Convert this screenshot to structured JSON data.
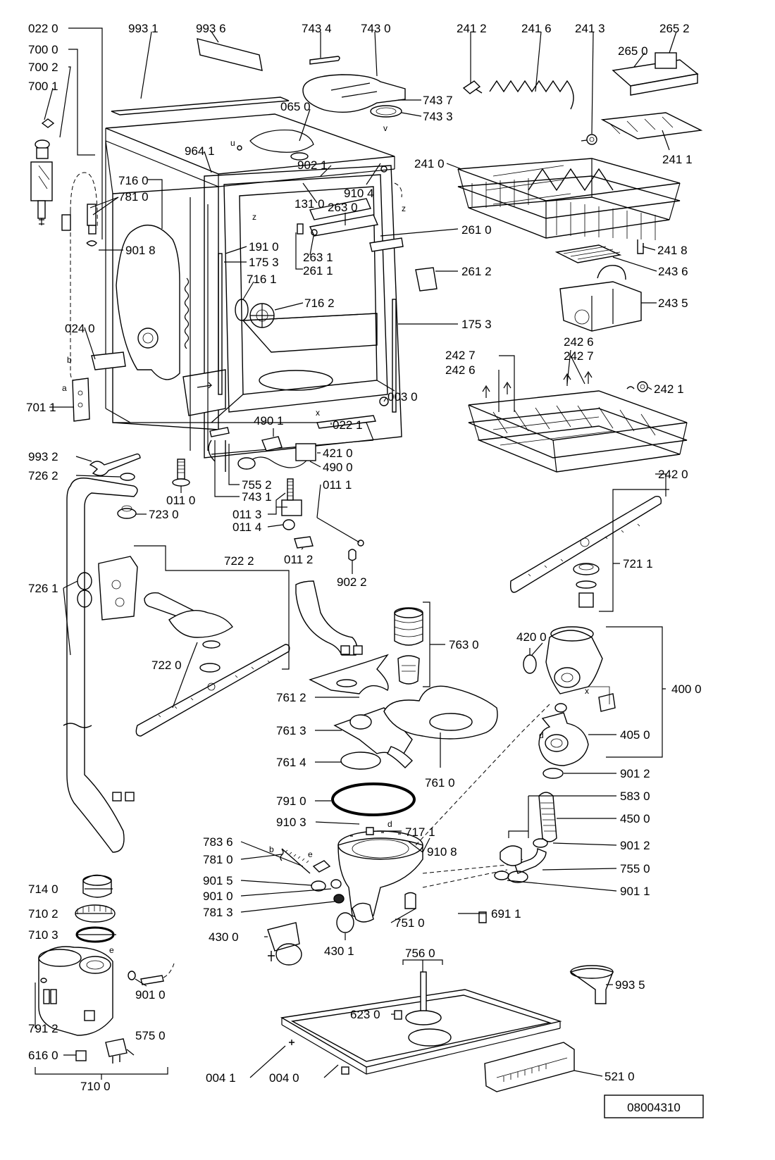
{
  "drawing_number": "08004310",
  "labels": [
    {
      "id": "l0220",
      "text": "022 0"
    },
    {
      "id": "l9931",
      "text": "993 1"
    },
    {
      "id": "l9936",
      "text": "993 6"
    },
    {
      "id": "l7434",
      "text": "743 4"
    },
    {
      "id": "l7430",
      "text": "743 0"
    },
    {
      "id": "l2412",
      "text": "241 2"
    },
    {
      "id": "l2416",
      "text": "241 6"
    },
    {
      "id": "l2413",
      "text": "241 3"
    },
    {
      "id": "l2652",
      "text": "265 2"
    },
    {
      "id": "l7000",
      "text": "700 0"
    },
    {
      "id": "l7002",
      "text": "700 2"
    },
    {
      "id": "l7001",
      "text": "700 1"
    },
    {
      "id": "l2650",
      "text": "265 0"
    },
    {
      "id": "l0650",
      "text": "065 0"
    },
    {
      "id": "l7437",
      "text": "743 7"
    },
    {
      "id": "l7433",
      "text": "743 3"
    },
    {
      "id": "l9641",
      "text": "964 1"
    },
    {
      "id": "l9021",
      "text": "902 1"
    },
    {
      "id": "l2410",
      "text": "241 0"
    },
    {
      "id": "l2411",
      "text": "241 1"
    },
    {
      "id": "l7160",
      "text": "716 0"
    },
    {
      "id": "l7810",
      "text": "781 0"
    },
    {
      "id": "l9104",
      "text": "910 4"
    },
    {
      "id": "l1310",
      "text": "131 0"
    },
    {
      "id": "l2630",
      "text": "263 0"
    },
    {
      "id": "l2610",
      "text": "261 0"
    },
    {
      "id": "l9018",
      "text": "901 8"
    },
    {
      "id": "l1910",
      "text": "191 0"
    },
    {
      "id": "l1753a",
      "text": "175 3"
    },
    {
      "id": "l2631",
      "text": "263 1"
    },
    {
      "id": "l2611",
      "text": "261 1"
    },
    {
      "id": "l2612",
      "text": "261 2"
    },
    {
      "id": "l2418",
      "text": "241 8"
    },
    {
      "id": "l2436",
      "text": "243 6"
    },
    {
      "id": "l7161",
      "text": "716 1"
    },
    {
      "id": "l7162",
      "text": "716 2"
    },
    {
      "id": "l2435",
      "text": "243 5"
    },
    {
      "id": "l1753b",
      "text": "175 3"
    },
    {
      "id": "l0240",
      "text": "024 0"
    },
    {
      "id": "l2427a",
      "text": "242 7"
    },
    {
      "id": "l2426a",
      "text": "242 6"
    },
    {
      "id": "l2426b",
      "text": "242 6"
    },
    {
      "id": "l2427b",
      "text": "242 7"
    },
    {
      "id": "l2421",
      "text": "242 1"
    },
    {
      "id": "l0030",
      "text": "003 0"
    },
    {
      "id": "l7011",
      "text": "701 1"
    },
    {
      "id": "l4901",
      "text": "490 1"
    },
    {
      "id": "l0221",
      "text": "022 1"
    },
    {
      "id": "l4210",
      "text": "421 0"
    },
    {
      "id": "l9932",
      "text": "993 2"
    },
    {
      "id": "l4900",
      "text": "490 0"
    },
    {
      "id": "l2420",
      "text": "242 0"
    },
    {
      "id": "l7262",
      "text": "726 2"
    },
    {
      "id": "l7552",
      "text": "755 2"
    },
    {
      "id": "l0111",
      "text": "011 1"
    },
    {
      "id": "l0110",
      "text": "011 0"
    },
    {
      "id": "l7431",
      "text": "743 1"
    },
    {
      "id": "l0113",
      "text": "011 3"
    },
    {
      "id": "l7230",
      "text": "723 0"
    },
    {
      "id": "l0114",
      "text": "011 4"
    },
    {
      "id": "l0112",
      "text": "011 2"
    },
    {
      "id": "l7211",
      "text": "721 1"
    },
    {
      "id": "l7222",
      "text": "722 2"
    },
    {
      "id": "l9022",
      "text": "902 2"
    },
    {
      "id": "l7261",
      "text": "726 1"
    },
    {
      "id": "l7630",
      "text": "763 0"
    },
    {
      "id": "l4200",
      "text": "420 0"
    },
    {
      "id": "l7220",
      "text": "722 0"
    },
    {
      "id": "l4000",
      "text": "400 0"
    },
    {
      "id": "l7612",
      "text": "761 2"
    },
    {
      "id": "l7613",
      "text": "761 3"
    },
    {
      "id": "l4050",
      "text": "405 0"
    },
    {
      "id": "l7614",
      "text": "761 4"
    },
    {
      "id": "l7610",
      "text": "761 0"
    },
    {
      "id": "l9012a",
      "text": "901 2"
    },
    {
      "id": "l7910",
      "text": "791 0"
    },
    {
      "id": "l5830",
      "text": "583 0"
    },
    {
      "id": "l4500",
      "text": "450 0"
    },
    {
      "id": "l9103",
      "text": "910 3"
    },
    {
      "id": "l7171",
      "text": "717 1"
    },
    {
      "id": "l7836",
      "text": "783 6"
    },
    {
      "id": "l9108",
      "text": "910 8"
    },
    {
      "id": "l9012b",
      "text": "901 2"
    },
    {
      "id": "l7810b",
      "text": "781 0"
    },
    {
      "id": "l7550",
      "text": "755 0"
    },
    {
      "id": "l9015",
      "text": "901 5"
    },
    {
      "id": "l7140",
      "text": "714 0"
    },
    {
      "id": "l9011",
      "text": "901 1"
    },
    {
      "id": "l9010a",
      "text": "901 0"
    },
    {
      "id": "l7813",
      "text": "781 3"
    },
    {
      "id": "l7102",
      "text": "710 2"
    },
    {
      "id": "l7510",
      "text": "751 0"
    },
    {
      "id": "l6911",
      "text": "691 1"
    },
    {
      "id": "l7103",
      "text": "710 3"
    },
    {
      "id": "l4300",
      "text": "430 0"
    },
    {
      "id": "l4301",
      "text": "430 1"
    },
    {
      "id": "l7560",
      "text": "756 0"
    },
    {
      "id": "l9935",
      "text": "993 5"
    },
    {
      "id": "l9010b",
      "text": "901 0"
    },
    {
      "id": "l6230",
      "text": "623 0"
    },
    {
      "id": "l7912",
      "text": "791 2"
    },
    {
      "id": "l6160",
      "text": "616 0"
    },
    {
      "id": "l5750",
      "text": "575 0"
    },
    {
      "id": "l5210",
      "text": "521 0"
    },
    {
      "id": "l0041",
      "text": "004 1"
    },
    {
      "id": "l0040",
      "text": "004 0"
    },
    {
      "id": "l7100",
      "text": "710 0"
    }
  ],
  "letters": [
    {
      "id": "la",
      "text": "a"
    },
    {
      "id": "lb",
      "text": "b"
    },
    {
      "id": "lz1",
      "text": "z"
    },
    {
      "id": "lz2",
      "text": "z"
    },
    {
      "id": "lx1",
      "text": "x"
    },
    {
      "id": "lx2",
      "text": "x"
    },
    {
      "id": "ld1",
      "text": "d"
    },
    {
      "id": "ld2",
      "text": "d"
    },
    {
      "id": "le1",
      "text": "e"
    },
    {
      "id": "le2",
      "text": "e"
    },
    {
      "id": "lb2",
      "text": "b"
    },
    {
      "id": "lu",
      "text": "u"
    },
    {
      "id": "lv",
      "text": "v"
    }
  ]
}
